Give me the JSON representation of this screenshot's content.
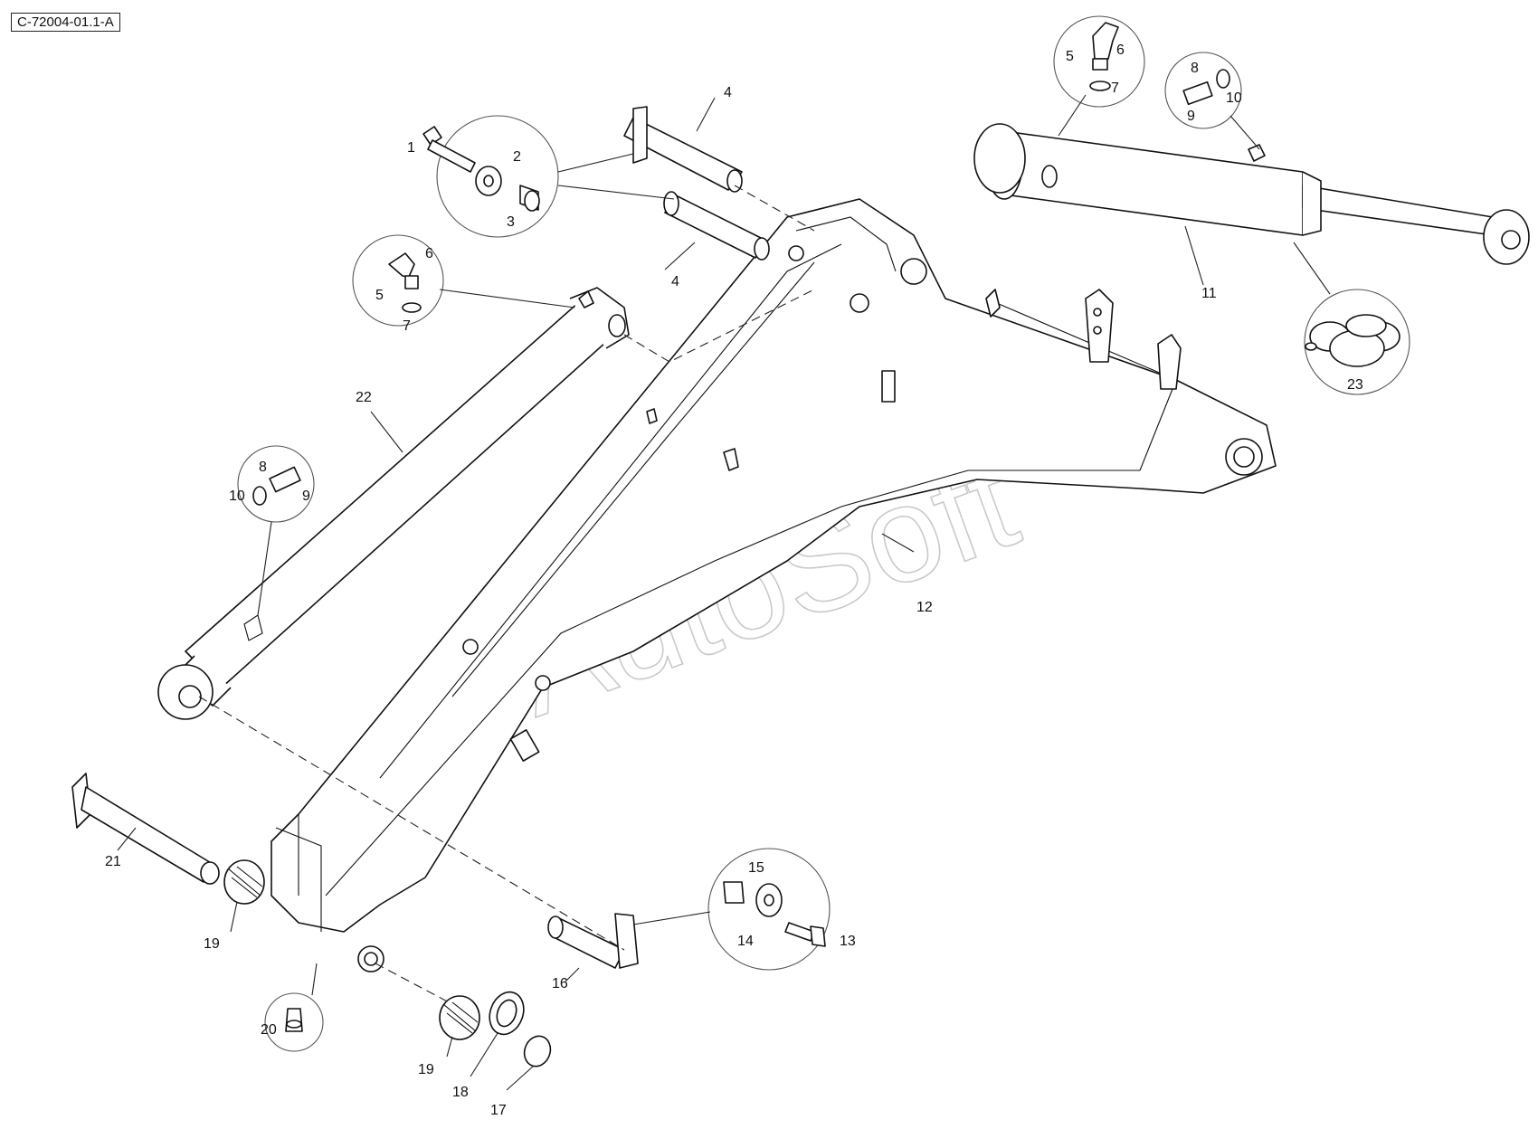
{
  "figure_ref": "C-72004-01.1-A",
  "watermark": "AutoSoft",
  "colors": {
    "line": "#111111",
    "watermark": "#c9c9c9",
    "background": "#ffffff"
  },
  "labels": {
    "l1": "1",
    "l2": "2",
    "l3": "3",
    "l4a": "4",
    "l4b": "4",
    "l5a": "5",
    "l6a": "6",
    "l7a": "7",
    "l5b": "5",
    "l6b": "6",
    "l7b": "7",
    "l8a": "8",
    "l9a": "9",
    "l10a": "10",
    "l8b": "8",
    "l9b": "9",
    "l10b": "10",
    "l11": "11",
    "l12": "12",
    "l13": "13",
    "l14": "14",
    "l15": "15",
    "l16": "16",
    "l17": "17",
    "l18": "18",
    "l19a": "19",
    "l19b": "19",
    "l20": "20",
    "l21": "21",
    "l22": "22",
    "l23": "23"
  }
}
